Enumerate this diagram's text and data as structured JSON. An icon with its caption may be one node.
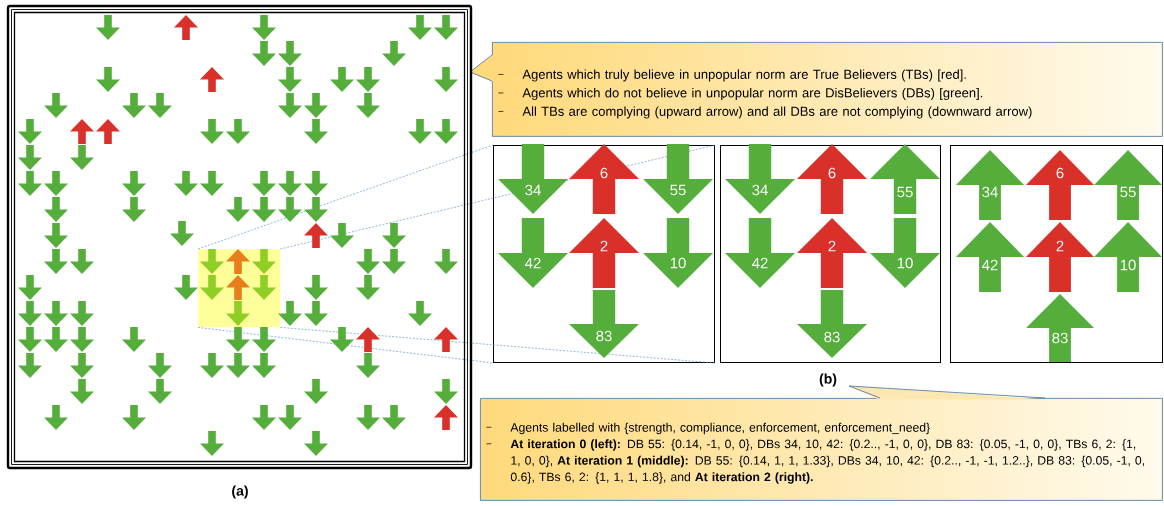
{
  "diagram": {
    "nodes": [
      {
        "text": [
          "Agents which truly believe in unpopular norm are True Believers (TBs) [red].",
          "Agents which do not believe in unpopular norm are DisBelievers (DBs) [green].",
          "All TBs are complying (upward arrow) and all DBs are not complying (downward arrow)"
        ]
      },
      {
        "text": [],
        "shape": "box"
      },
      {
        "text": [],
        "shape": "box"
      },
      {
        "text": [],
        "shape": "box"
      },
      {
        "text": [],
        "shape": "box"
      },
      {
        "text": [
          "Agents labelled with {strength, compliance, enforcement, enforcement_need}",
          "**At iteration 0 (left):** DB 55: {0.14, -1, 0, 0}, DBs 34, 10, 42: {0.2.., -1, 0, 0}, DB 83: {0.05, -1, 0, 0}, TBs 6, 2: {1, 1, 0, 0}, **At iteration 1 (middle):** DB 55: {0.14, 1, 1, 1.33}, DBs 34, 10, 42: {0.2.., -1, -1, 1.2..}, DB 83: {0.05, -1, 0, 0.6}, TBs 6, 2: {1, 1, 1, 1.8}, and **At iteration 2 (right).**"
        ]
      }
    ],
    "edges": [
      {
        "from": 4,
        "to": 1,
        "arrow": "none",
        "style": "dashed"
      },
      {
        "from": 4,
        "to": 1,
        "arrow": "none",
        "style": "dashed"
      },
      {
        "from": 4,
        "to": 1,
        "arrow": "none",
        "style": "dashed"
      },
      {
        "from": 4,
        "to": 1,
        "arrow": "none",
        "style": "dashed"
      }
    ],
    "labels": [
      "34",
      "6",
      "55",
      "42",
      "2",
      "10",
      "83",
      "34",
      "6",
      "55",
      "42",
      "2",
      "10",
      "83",
      "34",
      "6",
      "55",
      "42",
      "2",
      "10",
      "83",
      "(b)",
      "(a)"
    ]
  }
}
